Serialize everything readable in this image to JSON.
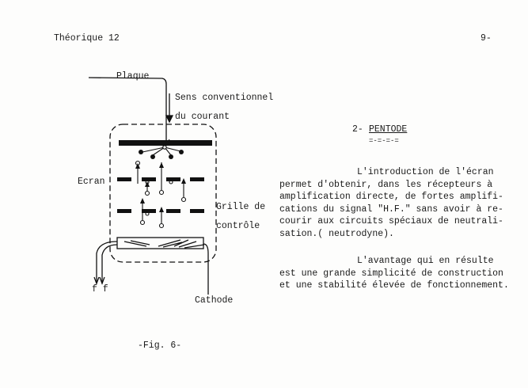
{
  "header": {
    "left": "Théorique 12",
    "right": "9-"
  },
  "figure": {
    "labels": {
      "plaque": "Plaque",
      "sens1": "Sens conventionnel",
      "sens2": "du courant",
      "ecran": "Ecran",
      "grille1": "Grille de",
      "grille2": "contrôle",
      "cathode": "Cathode",
      "filament": "f f"
    },
    "caption": "-Fig. 6-"
  },
  "section": {
    "title_num": "2-",
    "title": "PENTODE",
    "title_underline": "=-=-=-=",
    "para1": [
      "L'introduction de l'écran",
      "permet d'obtenir, dans les récepteurs à",
      "amplification directe, de fortes amplifi-",
      "cations du signal \"H.F.\" sans avoir à re-",
      "courir aux circuits spéciaux de neutrali-",
      "sation.( neutrodyne)."
    ],
    "para2": [
      "L'avantage qui en résulte",
      "est une grande simplicité de construction",
      "et une stabilité élevée de fonctionnement."
    ]
  }
}
